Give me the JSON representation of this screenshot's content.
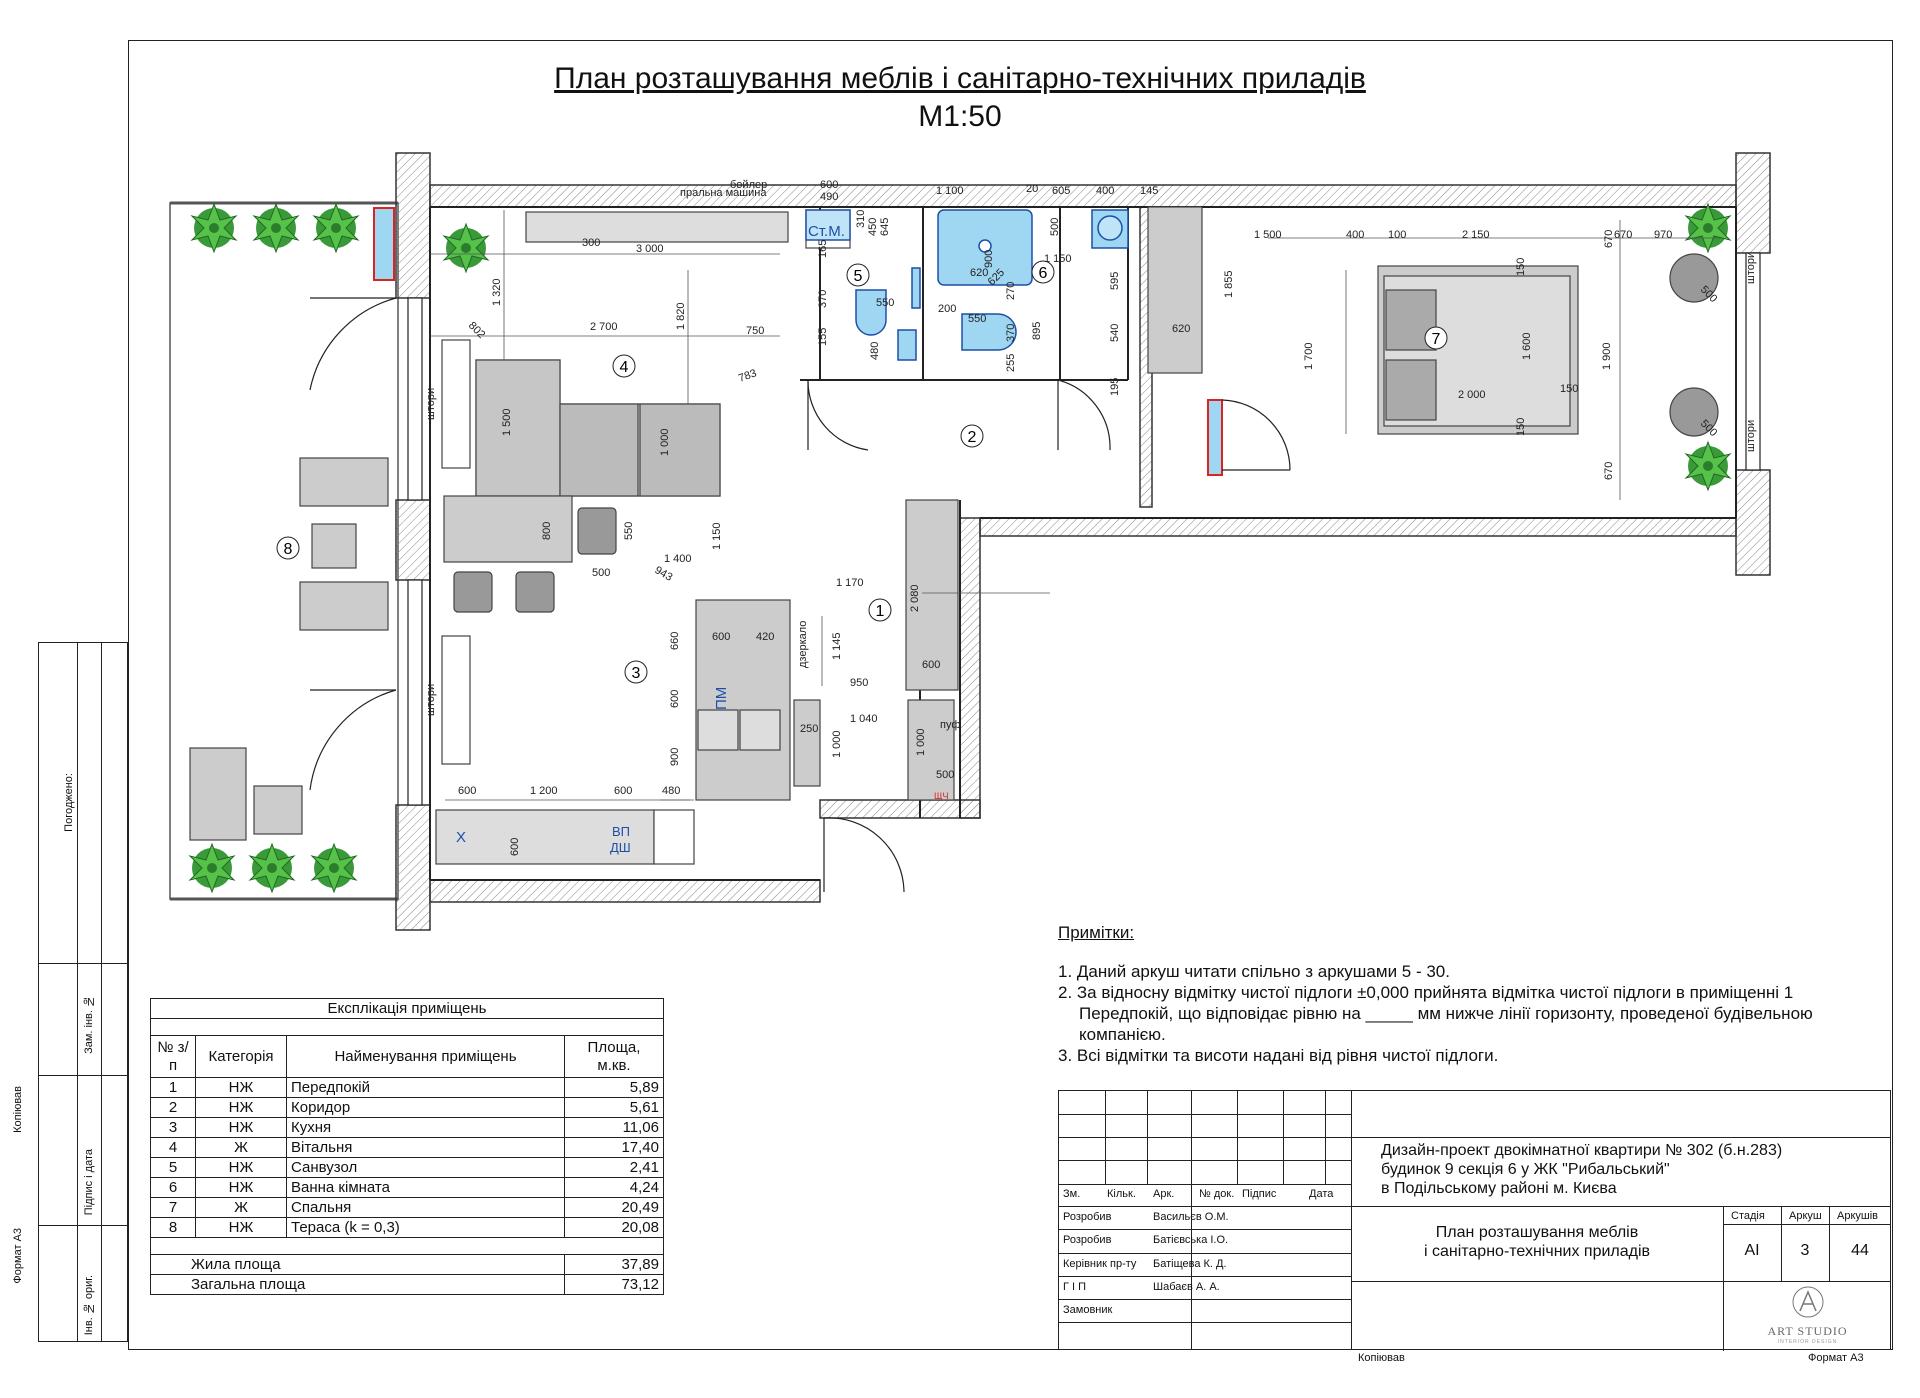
{
  "title": {
    "line1": "План розташування меблів і санітарно-технічних приладів",
    "line2": "М1:50"
  },
  "plan": {
    "labels": {
      "boiler": "бойлер",
      "washer": "пральна машина",
      "curtains": "штори",
      "mirror": "дзеркало",
      "puf": "пуф",
      "shch": "ЩЧ",
      "cabinet": "Ст.М.",
      "pm": "ПМ",
      "h": "Х",
      "vp": "ВП",
      "dsh": "ДШ"
    },
    "rooms": [
      "1",
      "2",
      "3",
      "4",
      "5",
      "6",
      "7",
      "8"
    ],
    "dims": [
      "600",
      "490",
      "1 100",
      "20",
      "605",
      "400",
      "145",
      "3 000",
      "300",
      "310",
      "645",
      "450",
      "165",
      "370",
      "155",
      "550",
      "480",
      "500",
      "900",
      "620",
      "625",
      "270",
      "370",
      "255",
      "895",
      "200",
      "1 150",
      "595",
      "540",
      "195",
      "620",
      "1 855",
      "1 500",
      "400",
      "100",
      "2 150",
      "670",
      "970",
      "1 700",
      "1 600",
      "1 900",
      "150",
      "150",
      "2 000",
      "150",
      "670",
      "802",
      "1 320",
      "2 700",
      "1 820",
      "750",
      "783",
      "1 500",
      "1 000",
      "1 400",
      "800",
      "550",
      "500",
      "943",
      "1 150",
      "1 170",
      "2 080",
      "600",
      "420",
      "660",
      "600",
      "900",
      "1 145",
      "950",
      "1 040",
      "1 000",
      "1 000",
      "250",
      "500",
      "600",
      "1 200",
      "600",
      "480",
      "600",
      "600",
      "500",
      "500"
    ]
  },
  "sidebar": {
    "agreed": "Погоджено:",
    "inv_replace": "Зам. інв. №",
    "sign_date": "Підпис і дата",
    "inv_orig": "Інв. № ориг.",
    "copied": "Копіював",
    "format": "Формат А3"
  },
  "explication": {
    "title": "Експлікація приміщень",
    "headers": [
      "№ з/п",
      "Категорія",
      "Найменування приміщень",
      "Площа, м.кв."
    ],
    "rows": [
      [
        "1",
        "НЖ",
        "Передпокій",
        "5,89"
      ],
      [
        "2",
        "НЖ",
        "Коридор",
        "5,61"
      ],
      [
        "3",
        "НЖ",
        "Кухня",
        "11,06"
      ],
      [
        "4",
        "Ж",
        "Вітальня",
        "17,40"
      ],
      [
        "5",
        "НЖ",
        "Санвузол",
        "2,41"
      ],
      [
        "6",
        "НЖ",
        "Ванна кімната",
        "4,24"
      ],
      [
        "7",
        "Ж",
        "Спальня",
        "20,49"
      ],
      [
        "8",
        "НЖ",
        "Тераса (k = 0,3)",
        "20,08"
      ]
    ],
    "living_label": "Жила площа",
    "living_value": "37,89",
    "total_label": "Загальна площа",
    "total_value": "73,12"
  },
  "notes": {
    "heading": "Примітки:",
    "items": [
      "1. Даний аркуш читати спільно з аркушами 5 - 30.",
      "2. За відносну відмітку чистої підлоги ±0,000 прийнята відмітка чистої підлоги в приміщенні 1 Передпокій, що відповідає рівню на _____ мм нижче лінії горизонту, проведеної будівельною компанією.",
      "3. Всі відмітки та висоти надані від рівня чистої підлоги."
    ]
  },
  "stamp": {
    "project": [
      "Дизайн-проект двокімнатної квартири № 302 (б.н.283)",
      "будинок 9 секція 6 у ЖК \"Рибальський\"",
      "в Подільському районі м. Києва"
    ],
    "sheet_title": [
      "План розташування меблів",
      "і санітарно-технічних приладів"
    ],
    "cols": [
      "Зм.",
      "Кільк.",
      "Арк.",
      "№ док.",
      "Підпис",
      "Дата"
    ],
    "roles": [
      "Розробив",
      "Розробив",
      "Керівник пр-ту",
      "Г І П",
      "Замовник"
    ],
    "names": [
      "Васильєв О.М.",
      "Батієвська І.О.",
      "Батіщева К. Д.",
      "Шабаєв А. А.",
      ""
    ],
    "stage_label": "Стадія",
    "sheet_label": "Аркуш",
    "sheets_label": "Аркушів",
    "stage": "АІ",
    "sheet": "3",
    "sheets": "44",
    "logo": "ART STUDIO",
    "logo_sub": "INTERIOR DESIGN"
  },
  "footer": {
    "copied": "Копіював",
    "format": "Формат А3"
  }
}
